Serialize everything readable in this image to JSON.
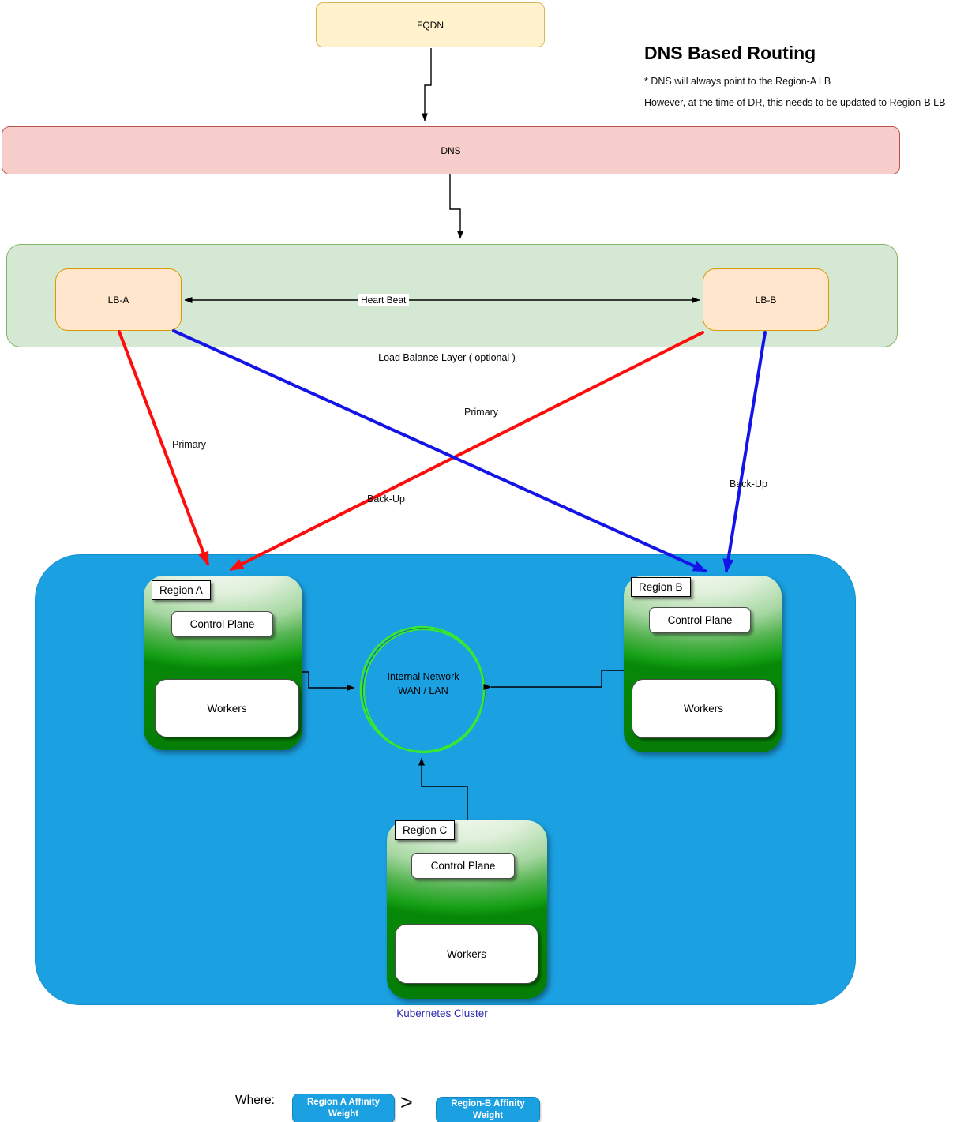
{
  "header": {
    "heading": "DNS Based Routing",
    "note1": "* DNS will always point to the Region-A  LB",
    "note2": "However, at the time of DR, this needs to be updated to Region-B LB"
  },
  "nodes": {
    "fqdn": {
      "label": "FQDN"
    },
    "dns": {
      "label": "DNS"
    }
  },
  "lb_layer": {
    "caption": "Load Balance Layer ( optional )",
    "lb_a": "LB-A",
    "lb_b": "LB-B"
  },
  "edges": {
    "heart_beat": "Heart  Beat"
  },
  "edge_labels": [
    {
      "edge": "LB-A to Region A",
      "text": "Primary"
    },
    {
      "edge": "LB-B to Region A",
      "text": "Primary"
    },
    {
      "edge": "LB-A to Region B",
      "text": "Back-Up"
    },
    {
      "edge": "LB-B to Region B",
      "text": "Back-Up"
    }
  ],
  "regions": [
    {
      "name": "Region A",
      "control_plane": "Control Plane",
      "workers": "Workers"
    },
    {
      "name": "Region B",
      "control_plane": "Control Plane",
      "workers": "Workers"
    },
    {
      "name": "Region C",
      "control_plane": "Control Plane",
      "workers": "Workers"
    }
  ],
  "network": {
    "line1": "Internal Network",
    "line2": "WAN / LAN"
  },
  "cluster": {
    "caption": "Kubernetes Cluster"
  },
  "legend": {
    "where": "Where:",
    "gt": ">",
    "left": {
      "line1": "Region A Affinity",
      "line2": "Weight"
    },
    "right": {
      "line1": "Region-B  Affinity",
      "line2": "Weight"
    }
  },
  "colors": {
    "fqdn_fill": "#FFF2CC",
    "fqdn_border": "#D6B656",
    "dns_fill": "#F8CECC",
    "dns_border": "#B85450",
    "lb_layer_fill": "#D5E8D4",
    "lb_layer_border": "#82B366",
    "lb_fill": "#FFE6CC",
    "lb_border": "#D79B00",
    "cluster_blue": "#1BA1E2",
    "region_green_dark": "#089308",
    "primary_red": "#FF0D0D",
    "backup_blue": "#1414E8",
    "network_circle_green": "#35E835",
    "cluster_caption_color": "#2A2AAC"
  }
}
